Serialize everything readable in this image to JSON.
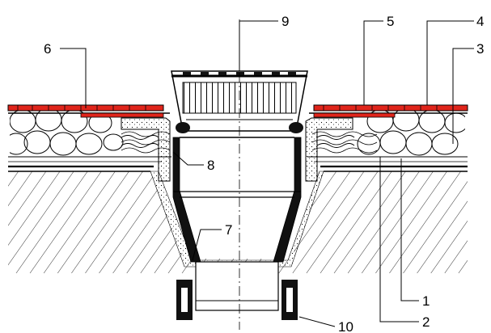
{
  "diagram": {
    "callouts": [
      {
        "id": "c1",
        "text": "1"
      },
      {
        "id": "c2",
        "text": "2"
      },
      {
        "id": "c3",
        "text": "3"
      },
      {
        "id": "c4",
        "text": "4"
      },
      {
        "id": "c5",
        "text": "5"
      },
      {
        "id": "c6",
        "text": "6"
      },
      {
        "id": "c7",
        "text": "7"
      },
      {
        "id": "c8",
        "text": "8"
      },
      {
        "id": "c9",
        "text": "9"
      },
      {
        "id": "c10",
        "text": "10"
      }
    ]
  },
  "colors": {
    "membrane": "#e0251b",
    "ink": "#000000",
    "paper": "#ffffff",
    "seal": "#111111"
  }
}
